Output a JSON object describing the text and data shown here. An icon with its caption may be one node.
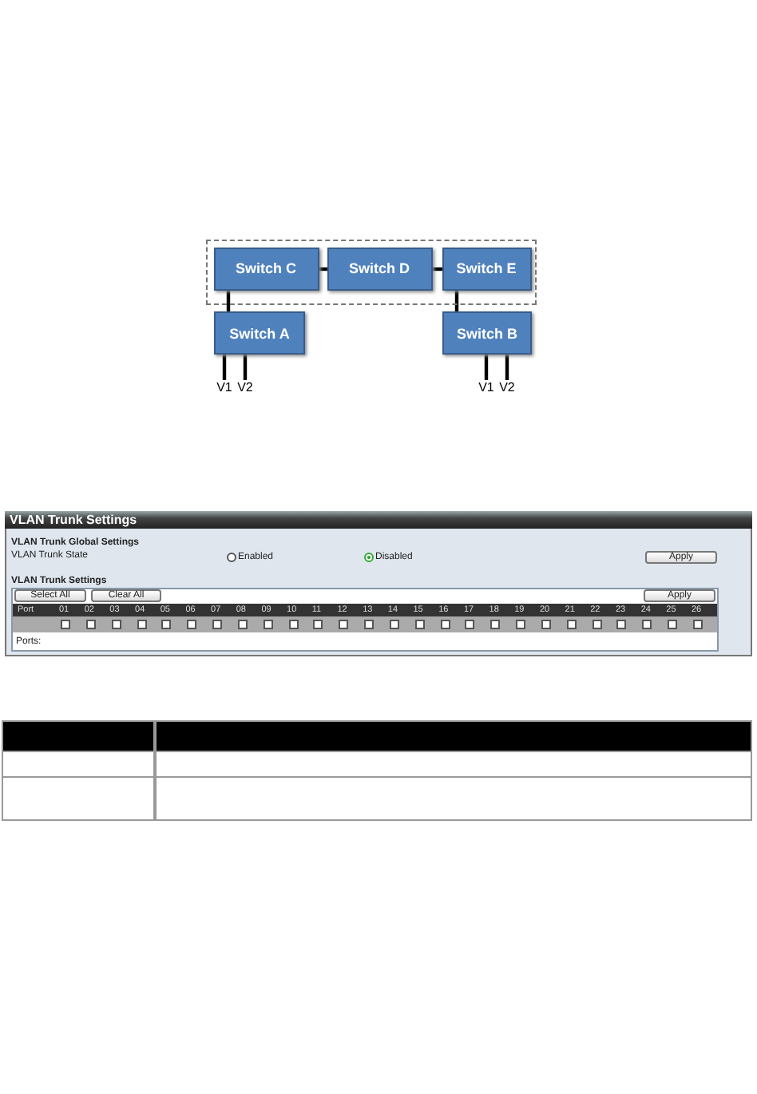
{
  "diagram": {
    "nodes": [
      {
        "text": [],
        "shape": "box"
      },
      {
        "text": [
          "Switch C"
        ],
        "in": 0
      },
      {
        "text": [
          "Switch D"
        ],
        "in": 0
      },
      {
        "text": [
          "Switch E"
        ],
        "in": 0
      },
      {
        "text": [
          "Switch A"
        ]
      },
      {
        "text": [
          "Switch B"
        ]
      },
      {
        "text": [
          "V1"
        ]
      },
      {
        "text": [
          "V2"
        ]
      },
      {
        "text": [
          "V1"
        ]
      },
      {
        "text": [
          "V2"
        ]
      }
    ],
    "edges": [
      {
        "from": 1,
        "to": 2,
        "arrow": "none"
      },
      {
        "from": 2,
        "to": 3,
        "arrow": "none"
      },
      {
        "from": 1,
        "to": 4,
        "arrow": "none"
      },
      {
        "from": 3,
        "to": 5,
        "arrow": "none"
      },
      {
        "from": 4,
        "to": 6,
        "arrow": "none"
      },
      {
        "from": 4,
        "to": 7,
        "arrow": "none"
      },
      {
        "from": 5,
        "to": 8,
        "arrow": "none"
      },
      {
        "from": 5,
        "to": 9,
        "arrow": "none"
      }
    ],
    "labels": [
      "VLAN Trunk Settings",
      "VLAN Trunk Global Settings",
      "VLAN Trunk State",
      "Enabled",
      "Disabled",
      "Apply",
      "VLAN Trunk Settings",
      "Select All",
      "Clear All",
      "Apply",
      "Port",
      "01",
      "02",
      "03",
      "04",
      "05",
      "06",
      "07",
      "08",
      "09",
      "10",
      "11",
      "12",
      "13",
      "14",
      "15",
      "16",
      "17",
      "18",
      "19",
      "20",
      "21",
      "22",
      "23",
      "24",
      "25",
      "26",
      "Ports:"
    ]
  }
}
